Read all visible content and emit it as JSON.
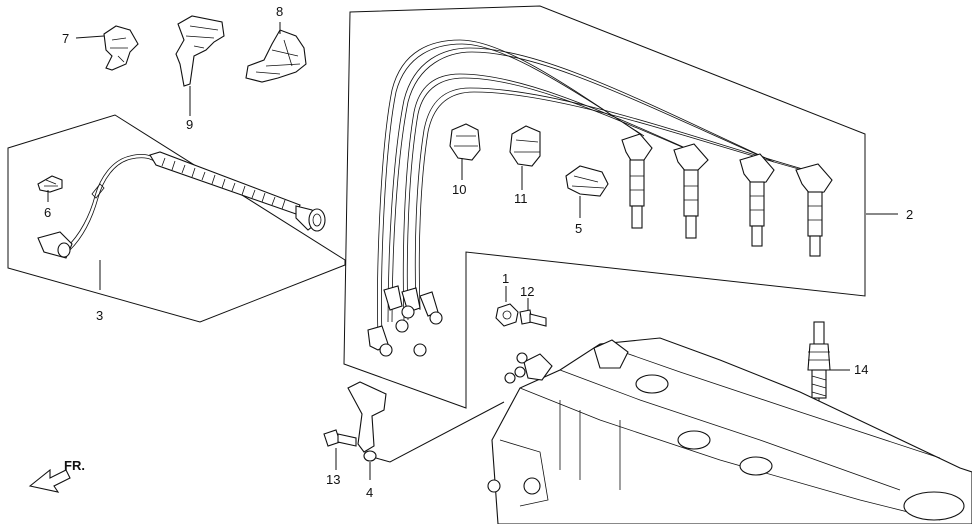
{
  "callouts": [
    {
      "id": "1",
      "text": "1"
    },
    {
      "id": "2",
      "text": "2"
    },
    {
      "id": "3",
      "text": "3"
    },
    {
      "id": "4",
      "text": "4"
    },
    {
      "id": "5",
      "text": "5"
    },
    {
      "id": "6",
      "text": "6"
    },
    {
      "id": "7",
      "text": "7"
    },
    {
      "id": "8",
      "text": "8"
    },
    {
      "id": "9",
      "text": "9"
    },
    {
      "id": "10",
      "text": "10"
    },
    {
      "id": "11",
      "text": "11"
    },
    {
      "id": "12",
      "text": "12"
    },
    {
      "id": "13",
      "text": "13"
    },
    {
      "id": "14",
      "text": "14"
    }
  ],
  "direction_indicator": {
    "text": "FR.",
    "icon": "front-arrow-icon"
  }
}
